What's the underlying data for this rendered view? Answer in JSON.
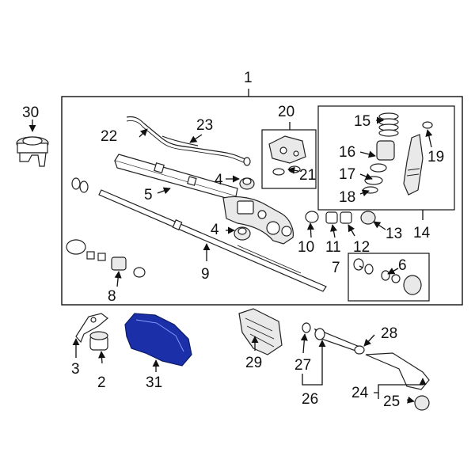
{
  "diagram": {
    "labels": {
      "n1": "1",
      "n2": "2",
      "n3": "3",
      "n4a": "4",
      "n4b": "4",
      "n5": "5",
      "n6": "6",
      "n7": "7",
      "n8": "8",
      "n9": "9",
      "n10": "10",
      "n11": "11",
      "n12": "12",
      "n13": "13",
      "n14": "14",
      "n15": "15",
      "n16": "16",
      "n17": "17",
      "n18": "18",
      "n19": "19",
      "n20": "20",
      "n21": "21",
      "n22": "22",
      "n23": "23",
      "n24": "24",
      "n25": "25",
      "n26": "26",
      "n27": "27",
      "n28": "28",
      "n29": "29",
      "n30": "30",
      "n31": "31"
    },
    "highlight_color": "#1a2fa8"
  }
}
